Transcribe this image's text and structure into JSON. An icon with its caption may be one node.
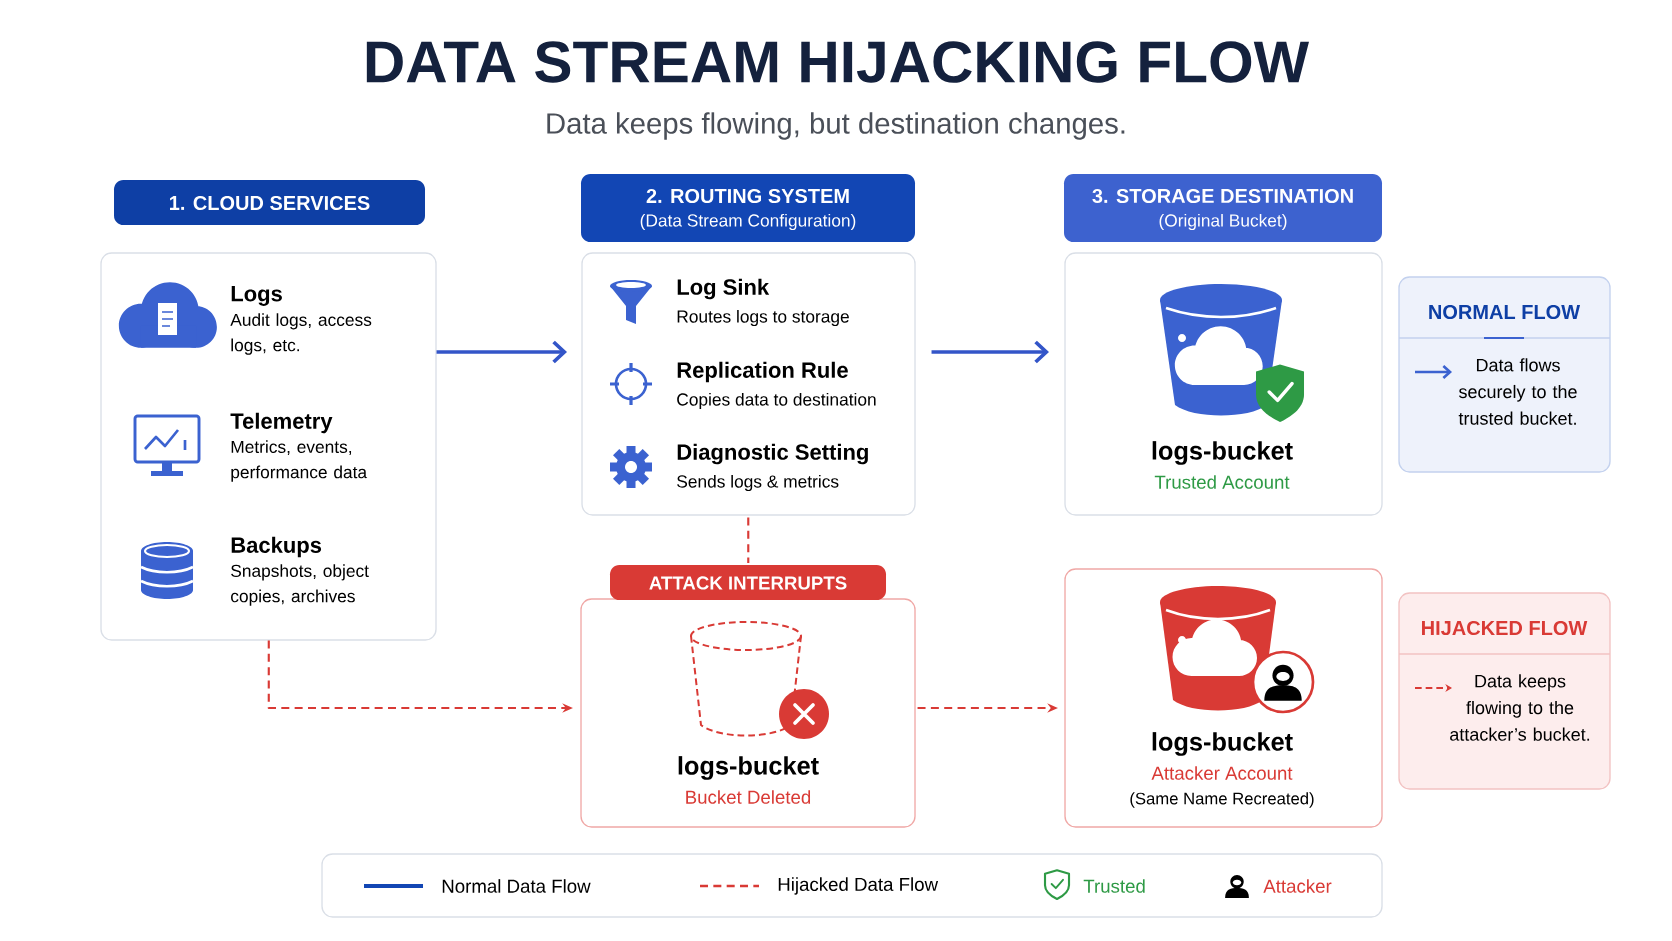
{
  "diagram": {
    "title": "DATA STREAM HIJACKING FLOW",
    "nodes": [
      {
        "text": [
          "1. CLOUD SERVICES",
          "Logs",
          "Audit logs, access logs, etc.",
          "Telemetry",
          "Metrics, events, performance data",
          "Backups",
          "Snapshots, object copies, archives"
        ]
      },
      {
        "text": [
          "2. ROUTING SYSTEM",
          "(Data Stream Configuration)",
          "Log Sink",
          "Routes logs to storage",
          "Replication Rule",
          "Copies data to destination",
          "Diagnostic Setting",
          "Sends logs & metrics"
        ]
      },
      {
        "text": [
          "3. STORAGE DESTINATION",
          "(Original Bucket)",
          "logs-bucket",
          "Trusted Account"
        ]
      },
      {
        "text": [
          "NORMAL FLOW",
          "Data flows securely to the trusted bucket."
        ]
      },
      {
        "text": [
          "ATTACK INTERRUPTS",
          "logs-bucket",
          "Bucket Deleted"
        ]
      },
      {
        "text": [
          "logs-bucket",
          "Attacker Account",
          "(Same Name Recreated)"
        ]
      },
      {
        "text": [
          "HIJACKED FLOW",
          "Data keeps flowing to the attacker’s bucket."
        ]
      }
    ],
    "edges": [
      {
        "from": 0,
        "to": 1,
        "arrow": "to",
        "color": "#3355c8"
      },
      {
        "from": 1,
        "to": 2,
        "arrow": "to",
        "color": "#3355c8"
      },
      {
        "from": 1,
        "to": 4,
        "arrow": "none",
        "style": "dashed"
      },
      {
        "from": 0,
        "to": 4,
        "arrow": "to",
        "style": "dashed"
      },
      {
        "from": 4,
        "to": 5,
        "arrow": "to",
        "style": "dashed"
      }
    ],
    "labels": [
      "Data keeps flowing, but destination changes."
    ],
    "legend": [
      {
        "text": "Normal Data Flow"
      },
      {
        "text": "Hijacked Data Flow"
      },
      {
        "text": "Trusted"
      },
      {
        "text": "Attacker"
      }
    ]
  }
}
